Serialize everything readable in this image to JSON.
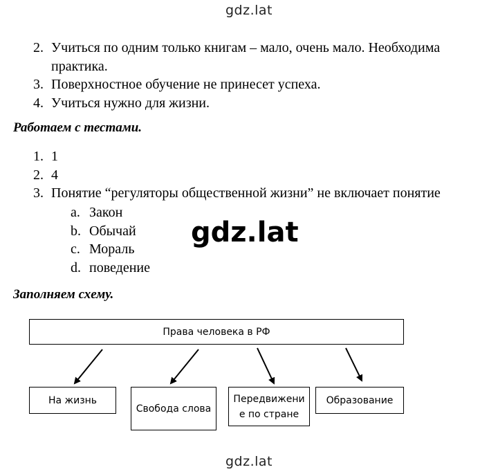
{
  "watermark": {
    "top": "gdz.lat",
    "center": "gdz.lat",
    "bottom": "gdz.lat"
  },
  "list_conclusions": [
    {
      "num": "2.",
      "text": "Учиться по одним только книгам – мало, очень мало. Необходима практика."
    },
    {
      "num": "3.",
      "text": "Поверхностное обучение не принесет успеха."
    },
    {
      "num": "4.",
      "text": "Учиться нужно для жизни."
    }
  ],
  "tests_heading": "Работаем с тестами.",
  "tests": [
    {
      "num": "1.",
      "text": "1"
    },
    {
      "num": "2.",
      "text": "4"
    },
    {
      "num": "3.",
      "text": "Понятие “регуляторы общественной жизни” не включает понятие"
    }
  ],
  "options": [
    {
      "letter": "a.",
      "text": "Закон"
    },
    {
      "letter": "b.",
      "text": "Обычай"
    },
    {
      "letter": "c.",
      "text": "Мораль"
    },
    {
      "letter": "d.",
      "text": "поведение"
    }
  ],
  "scheme_heading": "Заполняем схему.",
  "scheme": {
    "root": "Права человека в РФ",
    "children": [
      "На жизнь",
      "Свобода слова",
      "Передвижение по стране",
      "Образование"
    ]
  }
}
